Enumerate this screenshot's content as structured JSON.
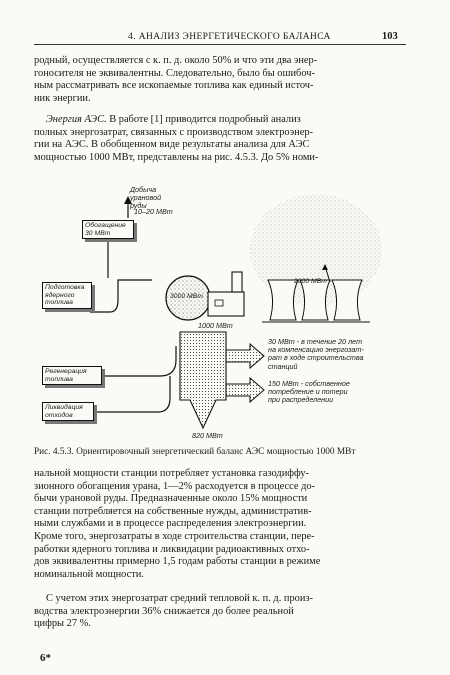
{
  "header": {
    "running_title": "4. АНАЛИЗ ЭНЕРГЕТИЧЕСКОГО БАЛАНСА",
    "page_number": "103"
  },
  "top_text": [
    "родный, осуществляется с к. п. д. около 50% и что эти два энер-",
    "гоносителя не эквивалентны. Следовательно, было бы ошибоч-",
    "ным рассматривать все ископаемые топлива как единый источ-",
    "ник энергии."
  ],
  "aes_paragraph": {
    "lead": "Энергия АЭС.",
    "lines": [
      "В работе [1] приводится подробный анализ",
      "полных энергозатрат, связанных с производством электроэнер-",
      "гии на АЭС. В обобщенном виде результаты анализа для АЭС",
      "мощностью 1000 МВт, представлены на рис. 4.5.3. До 5% номи-"
    ]
  },
  "figure": {
    "top_label": [
      "Добыча",
      "урановой",
      "руды"
    ],
    "top_flow": "10–20 МВт",
    "enrichment_box": [
      "Обогащение",
      "30 МВт"
    ],
    "fuel_prep_box": [
      "Подготовка",
      "ядерного",
      "топлива"
    ],
    "reactor_label": "3000 МВт",
    "cooling_label": "2000 МВт",
    "main_flow": "1000 МВт",
    "side_flow_1": [
      "30 МВт - в течение 20 лет",
      "на компенсацию энергозат-",
      "рат в ходе строительства",
      "станций"
    ],
    "side_flow_2": [
      "150 МВт - собственное",
      "потребление и потери",
      "при распределении"
    ],
    "reprocessing_box": [
      "Регенерация",
      "топлива"
    ],
    "liquidation_box": [
      "Ликвидация",
      "отходов"
    ],
    "bottom_flow": "820 МВт"
  },
  "caption": "Рис. 4.5.3. Ориентировочный энергетический баланс АЭС мощностью 1000 МВт",
  "bottom_text": [
    "нальной мощности станции потребляет установка газодиффу-",
    "зионного обогащения урана, 1—2% расходуется в процессе до-",
    "бычи урановой руды. Предназначенные около 15% мощности",
    "станции потребляется на собственные нужды, административ-",
    "ными службами и в процессе распределения электроэнергии.",
    "Кроме того, энергозатраты в ходе строительства станции, пере-",
    "работки ядерного топлива и ликвидации радиоактивных отхо-",
    "дов эквивалентны примерно 1,5 годам работы станции в режиме",
    "номинальной мощности."
  ],
  "last_paragraph": [
    "С учетом этих энергозатрат средний тепловой к. п. д. произ-",
    "водства электроэнергии 36% снижается до более реальной",
    "цифры 27 %."
  ],
  "footer_mark": "6*"
}
